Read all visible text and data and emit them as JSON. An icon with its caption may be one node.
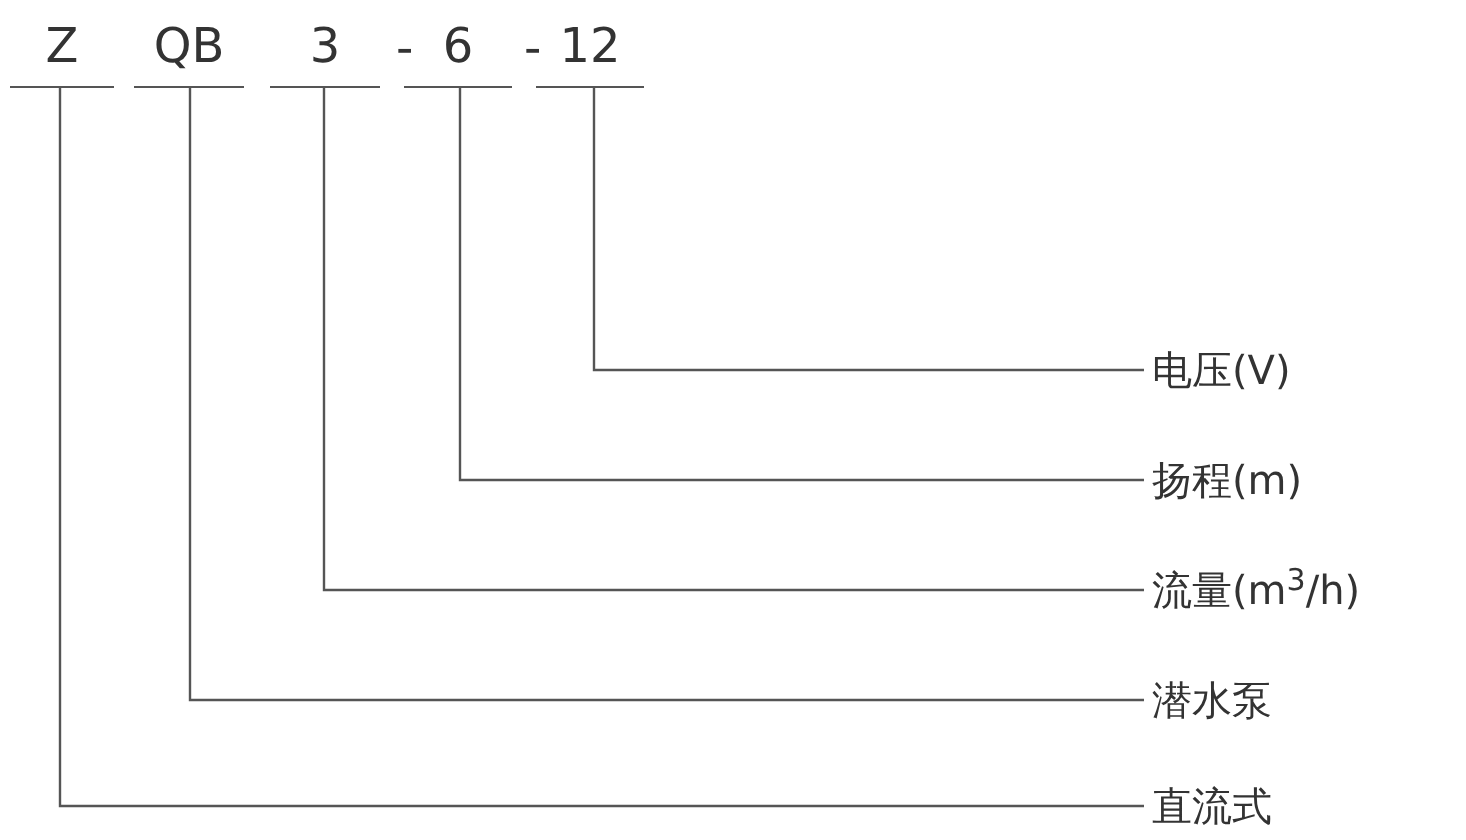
{
  "diagram": {
    "nodes": [
      {
        "text": [
          "Z"
        ]
      },
      {
        "text": [
          "QB"
        ]
      },
      {
        "text": [
          "3"
        ]
      },
      {
        "text": [
          "6"
        ]
      },
      {
        "text": [
          "12"
        ]
      },
      {
        "text": [
          "电压(V)"
        ]
      },
      {
        "text": [
          "扬程(m)"
        ]
      },
      {
        "text": [
          "流量(m$^{3}$/h)"
        ]
      },
      {
        "text": [
          "潜水泵"
        ]
      },
      {
        "text": [
          "直流式"
        ]
      }
    ],
    "edges": [
      {
        "from": 4,
        "to": 5,
        "arrow": "none"
      },
      {
        "from": 3,
        "to": 6,
        "arrow": "none"
      },
      {
        "from": 2,
        "to": 7,
        "arrow": "none"
      },
      {
        "from": 1,
        "to": 8,
        "arrow": "none"
      },
      {
        "from": 0,
        "to": 9,
        "arrow": "none"
      }
    ],
    "labels": [
      "-",
      "-"
    ]
  }
}
